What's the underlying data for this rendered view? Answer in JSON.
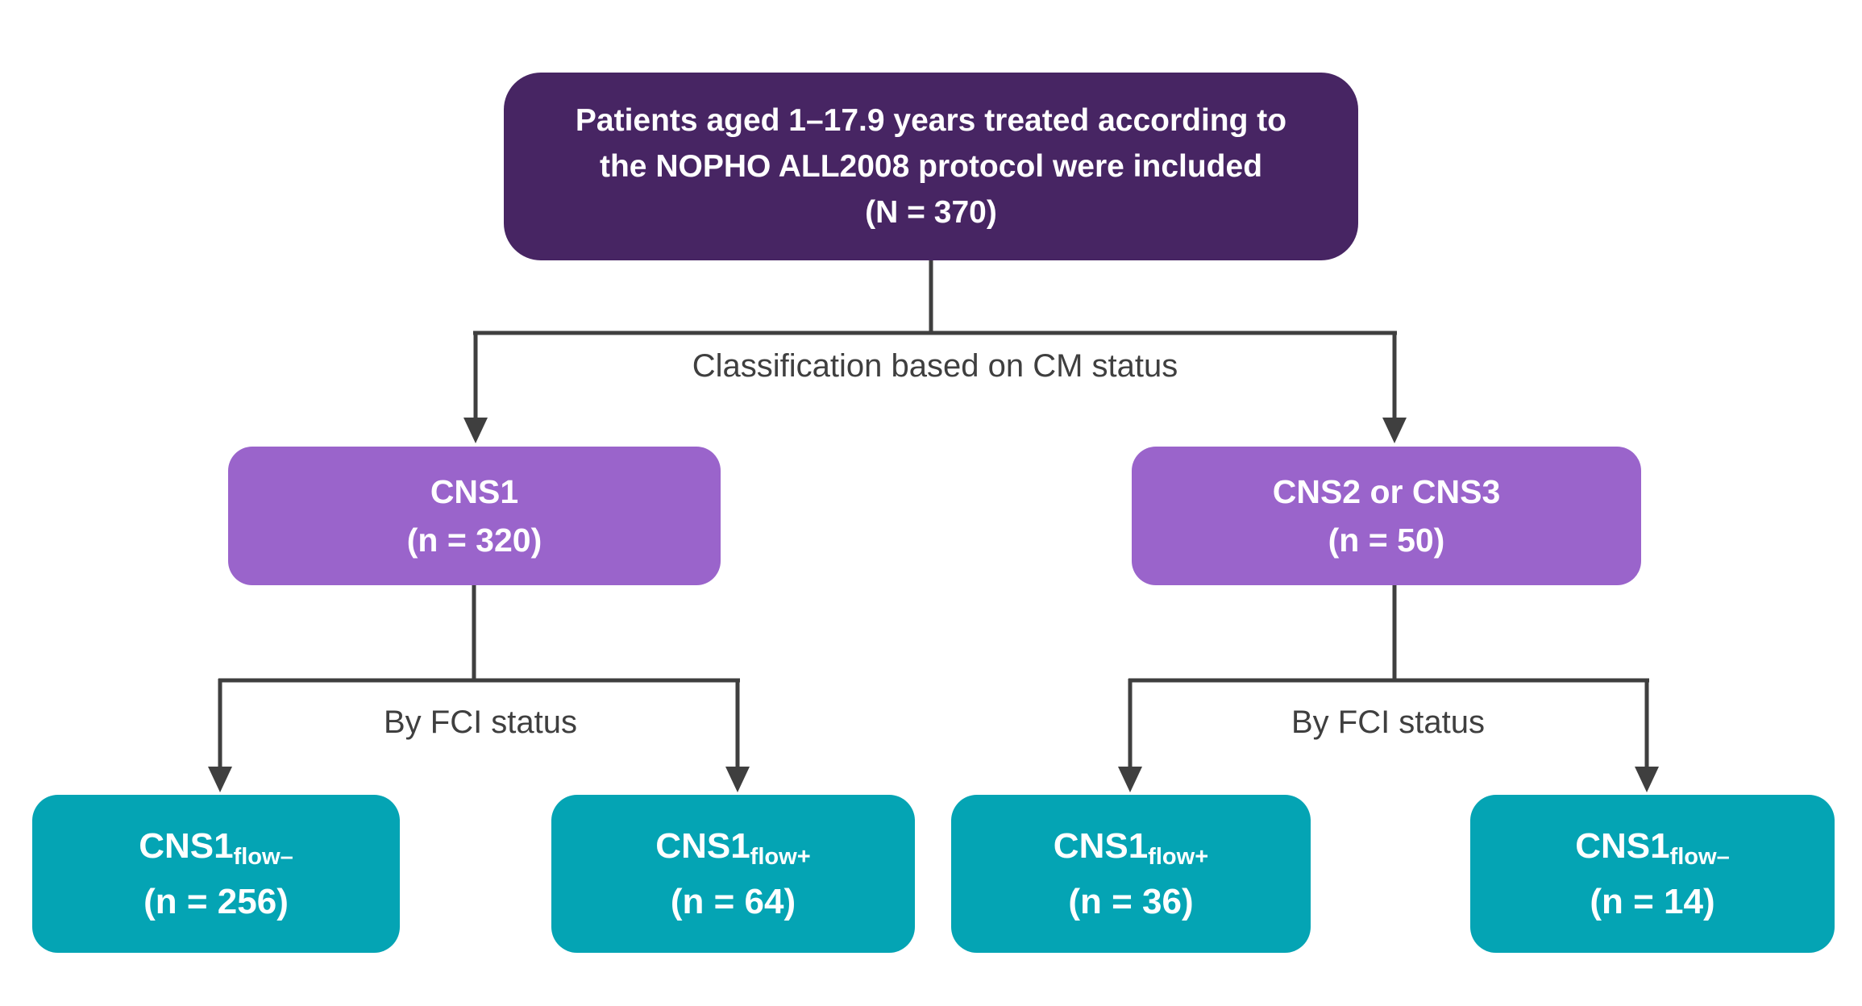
{
  "colors": {
    "accent_dark": "#472563",
    "accent_mid": "#9a64cb",
    "accent_teal": "#04a4b4",
    "line": "#3f3f3f",
    "text_light": "#ffffff"
  },
  "root_box": {
    "lines": [
      "Patients aged 1–17.9 years treated according to",
      "the NOPHO ALL2008 protocol were included",
      "(N = 370)"
    ]
  },
  "cm_branch": {
    "label": "Classification based on CM status"
  },
  "cns_boxes": [
    {
      "title": "CNS1",
      "count": "(n = 320)"
    },
    {
      "title": "CNS2 or CNS3",
      "count": "(n = 50)"
    }
  ],
  "fci_branches": [
    {
      "label": "By FCI status"
    },
    {
      "label": "By FCI status"
    }
  ],
  "outcome_boxes": [
    {
      "main": "CNS1",
      "sub": "flow–",
      "count": "(n = 256)"
    },
    {
      "main": "CNS1",
      "sub": "flow+",
      "count": "(n = 64)"
    },
    {
      "main": "CNS1",
      "sub": "flow+",
      "count": "(n = 36)"
    },
    {
      "main": "CNS1",
      "sub": "flow–",
      "count": "(n = 14)"
    }
  ]
}
